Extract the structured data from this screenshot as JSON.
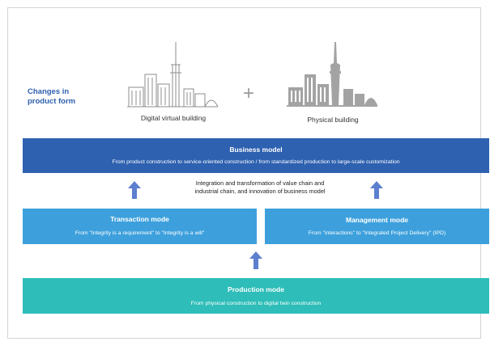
{
  "changes_label": "Changes in product form",
  "digital": {
    "caption": "Digital virtual building"
  },
  "plus_sign": "+",
  "physical": {
    "caption": "Physical building"
  },
  "business": {
    "title": "Business model",
    "subtitle": "From product construction to service-oriented construction / from standardized production to large-scale customization"
  },
  "integration": {
    "line1": "Integration and transformation of value chain and",
    "line2": "industrial chain, and innovation of business model"
  },
  "transaction": {
    "title": "Transaction mode",
    "subtitle": "From \"Integrity is a requirement\" to \"Integrity is a will\""
  },
  "management": {
    "title": "Management mode",
    "subtitle": "From \"interactions\" to \"Integrated Project Delivery\" (IPD)"
  },
  "production": {
    "title": "Production mode",
    "subtitle": "From physical construction to digital twin construction"
  },
  "colors": {
    "business": "#2e61b0",
    "transaction": "#3da0dc",
    "management": "#3da0dc",
    "production": "#2ebdb8",
    "arrow": "#5d7fcf",
    "label": "#2e5fad"
  },
  "icons": [
    "digital-city-icon",
    "physical-city-icon",
    "up-arrow-icon"
  ]
}
